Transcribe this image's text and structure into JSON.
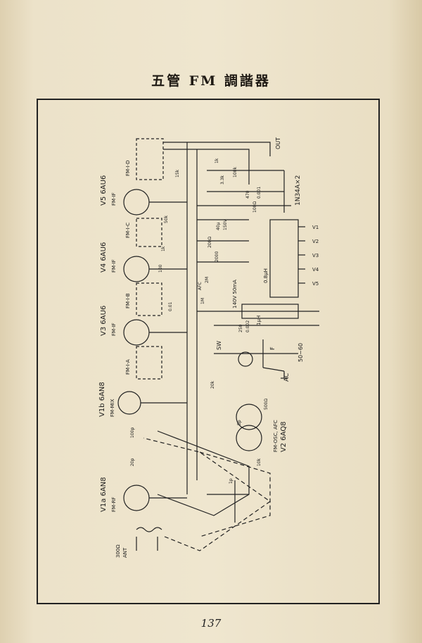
{
  "page_title": "五管  FM  調諧器",
  "page_number": "137",
  "tubes": [
    {
      "id": "v5",
      "designation": "V5 6AU6",
      "function": "FM-IF"
    },
    {
      "id": "v4",
      "designation": "V4 6AU6",
      "function": "FM-IF"
    },
    {
      "id": "v3",
      "designation": "V3 6AU6",
      "function": "FM-IF"
    },
    {
      "id": "v1b",
      "designation": "V1b 6AN8",
      "function": "FM-MIX"
    },
    {
      "id": "v1a",
      "designation": "V1a 6AN8",
      "function": "FM-RF"
    },
    {
      "id": "v2",
      "designation": "V2 6AQ8",
      "function": "FM-OSC, AFC"
    }
  ],
  "transformers": [
    "FM-I-D",
    "FM-I-C",
    "FM-I-B",
    "FM-I-A"
  ],
  "detector": {
    "diodes": "1N34A×2",
    "output_label": "OUT"
  },
  "power": {
    "ac_label": "AC",
    "voltage": "50~60",
    "fuse": "F",
    "switch": "SW"
  },
  "supply": {
    "hv": "140V 50mA",
    "choke": "1μH",
    "heaters": [
      "V1",
      "V2",
      "V3",
      "V4",
      "V5"
    ],
    "coil": "0.8μH"
  },
  "antenna": {
    "label": "ANT",
    "impedance": "300Ω"
  },
  "components": [
    "15k",
    "1k",
    "50k",
    "100",
    "0.01",
    "1M",
    "20k",
    "500Ω",
    "100p",
    "20p",
    "1p",
    "5p",
    "10k",
    "40μ",
    "150V",
    "200Ω",
    "2000",
    "AFC",
    "2M",
    "3.3k",
    "470",
    "0.001",
    "250",
    "0.002",
    "1k",
    "100k",
    "100Ω"
  ]
}
